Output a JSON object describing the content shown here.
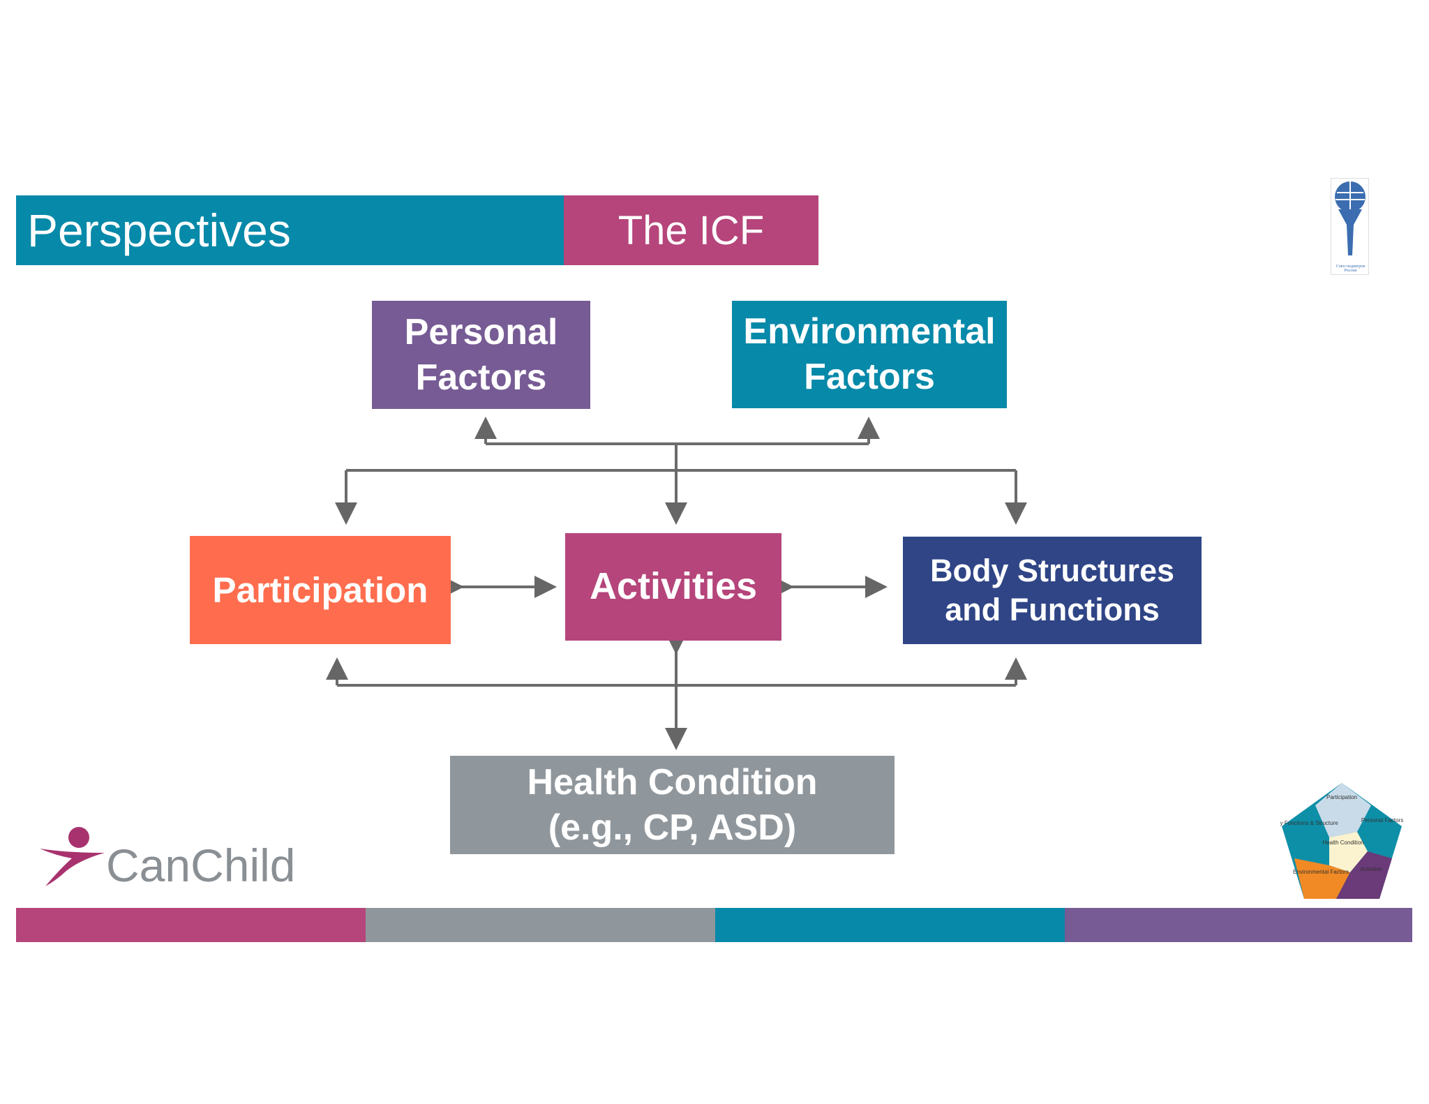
{
  "header": {
    "title": "Perspectives",
    "subtitle": "The ICF"
  },
  "boxes": {
    "personal": {
      "line1": "Personal",
      "line2": "Factors"
    },
    "environmental": {
      "line1": "Environmental",
      "line2": "Factors"
    },
    "participation": "Participation",
    "activities": "Activities",
    "body": {
      "line1": "Body Structures",
      "line2": "and Functions"
    },
    "health": {
      "line1": "Health Condition",
      "line2": "(e.g., CP, ASD)"
    }
  },
  "logos": {
    "canchild": "CanChild",
    "union": "Союз педиатров России"
  },
  "pentagon": {
    "labels": [
      "Participation",
      "Personal Factors",
      "Health Condition",
      "Body Functions & Structure",
      "Environmental Factors",
      "Activities"
    ]
  },
  "colors": {
    "teal": "#0789a9",
    "magenta": "#b5457a",
    "purple": "#765b94",
    "orange": "#ff6d4e",
    "navy": "#2f4586",
    "gray": "#90979c"
  }
}
